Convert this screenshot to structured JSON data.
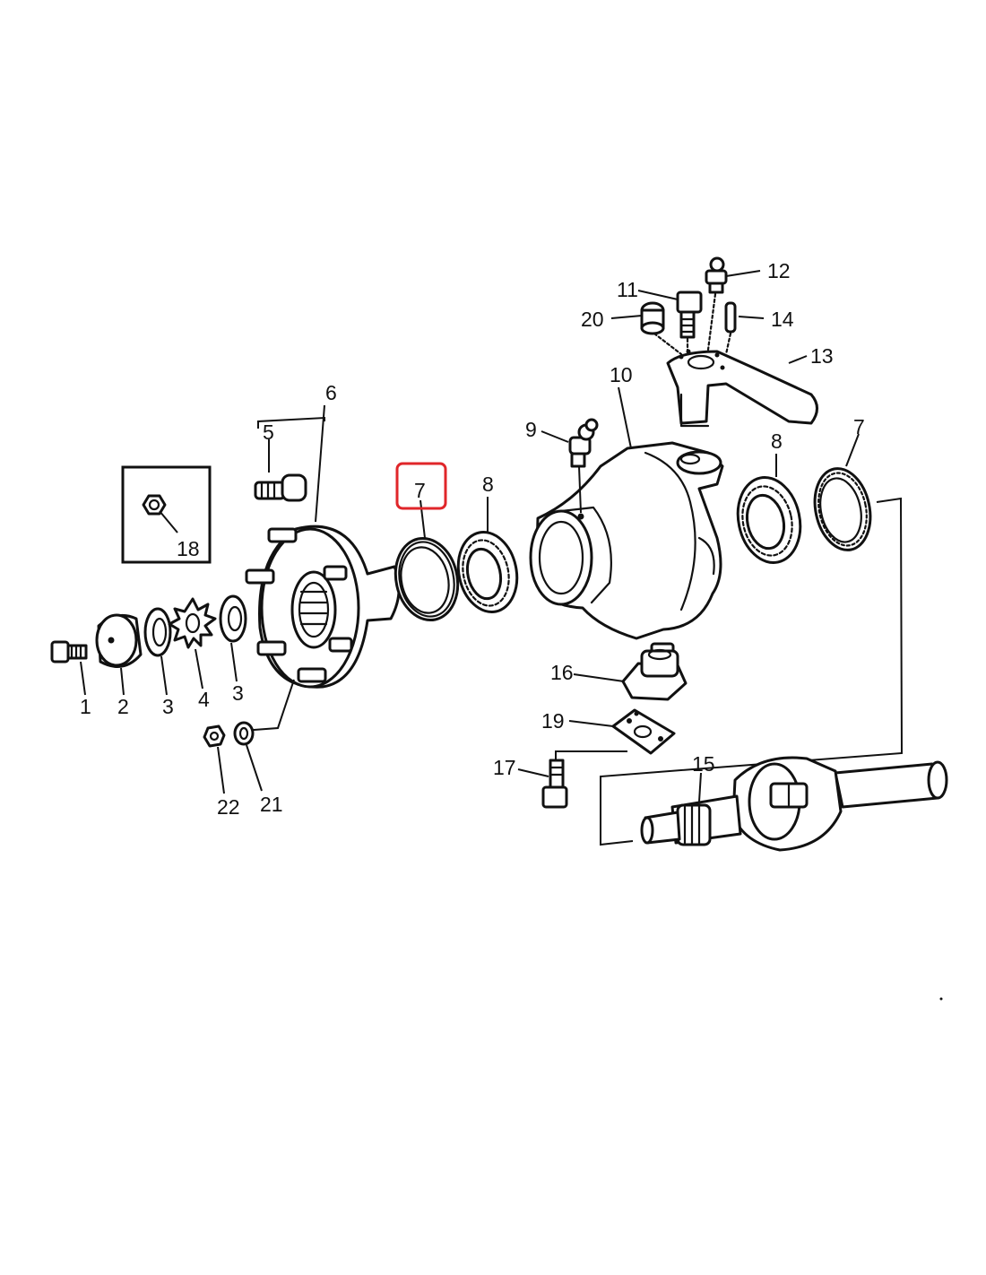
{
  "diagram": {
    "highlight_color": "#e0262a",
    "highlighted_callout": "7",
    "callouts": {
      "c1": "1",
      "c2": "2",
      "c3a": "3",
      "c3b": "3",
      "c4": "4",
      "c5": "5",
      "c6": "6",
      "c7a": "7",
      "c7b": "7",
      "c8a": "8",
      "c8b": "8",
      "c9": "9",
      "c10": "10",
      "c11": "11",
      "c12": "12",
      "c13": "13",
      "c14": "14",
      "c15": "15",
      "c16": "16",
      "c17": "17",
      "c18": "18",
      "c19": "19",
      "c20": "20",
      "c21": "21",
      "c22": "22"
    }
  }
}
